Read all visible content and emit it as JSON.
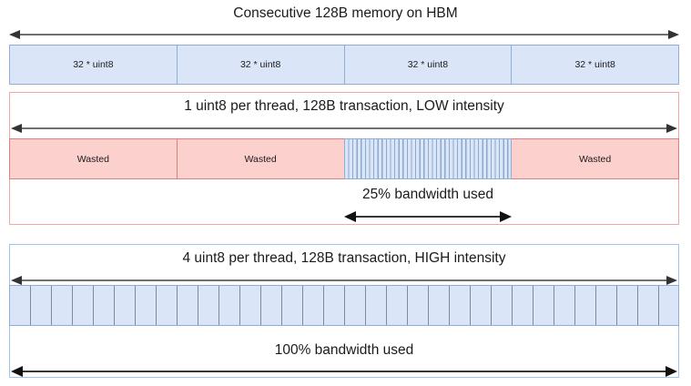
{
  "diagram": {
    "title": "Consecutive 128B memory on HBM",
    "top_section": {
      "segments": [
        {
          "label": "32 * uint8"
        },
        {
          "label": "32 * uint8"
        },
        {
          "label": "32 * uint8"
        },
        {
          "label": "32 * uint8"
        }
      ],
      "span_arrow_name": "full-width-span-arrow"
    },
    "low_section": {
      "caption": "1 uint8 per thread, 128B transaction, LOW intensity",
      "segments": [
        {
          "label": "Wasted",
          "state": "wasted"
        },
        {
          "label": "Wasted",
          "state": "wasted"
        },
        {
          "label": "",
          "state": "used"
        },
        {
          "label": "Wasted",
          "state": "wasted"
        }
      ],
      "bandwidth_label": "25% bandwidth used",
      "bandwidth_percent": 25
    },
    "high_section": {
      "caption": "4 uint8 per thread, 128B transaction, HIGH intensity",
      "segment_count": 32,
      "bandwidth_label": "100% bandwidth used",
      "bandwidth_percent": 100
    },
    "colors": {
      "memory_blue_fill": "#dbe5f8",
      "memory_blue_border": "#8faed4",
      "wasted_pink_fill": "#fbd0cd",
      "wasted_pink_border": "#d9827d",
      "outline_pink": "#f0a9a4",
      "outline_blue": "#9ec5ef",
      "arrow_color": "#404040",
      "text_color": "#1b1b1b"
    }
  },
  "chart_data": {
    "type": "bar",
    "title": "Consecutive 128B memory on HBM",
    "categories": [
      "1 uint8 per thread, 128B transaction, LOW intensity",
      "4 uint8 per thread, 128B transaction, HIGH intensity"
    ],
    "values": [
      25,
      100
    ],
    "xlabel": "",
    "ylabel": "bandwidth used (%)",
    "ylim": [
      0,
      100
    ]
  }
}
